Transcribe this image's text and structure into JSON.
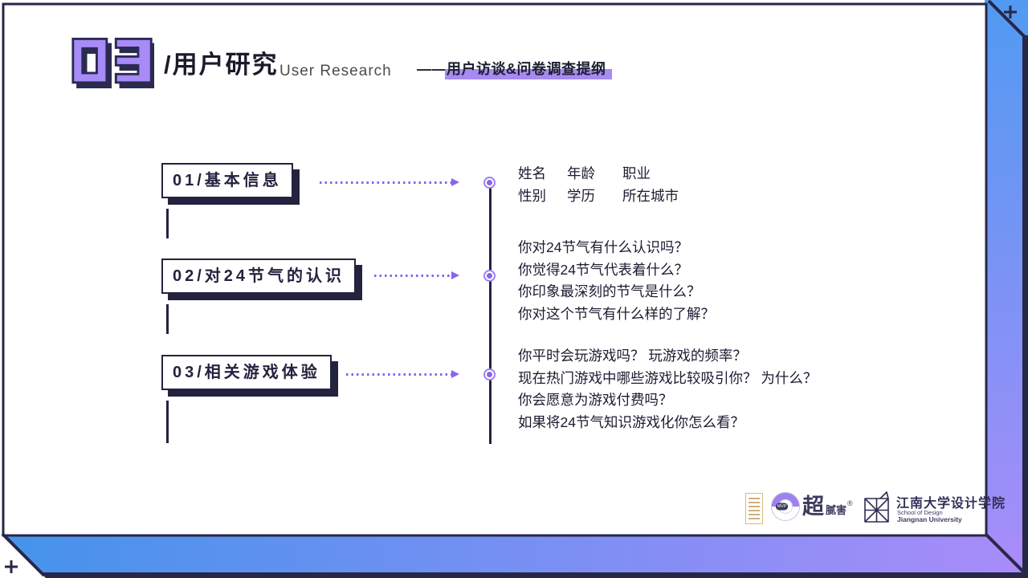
{
  "header": {
    "section_number": "03",
    "title_cn": "/用户研究",
    "title_en": "User Research",
    "subtitle_dash": "——",
    "subtitle_highlight": "用户访谈&问卷调查提纲"
  },
  "sections": [
    {
      "label": "01/基本信息",
      "grid": [
        [
          "姓名",
          "年龄",
          "职业"
        ],
        [
          "性别",
          "学历",
          "所在城市"
        ]
      ]
    },
    {
      "label": "02/对24节气的认识",
      "lines": [
        "你对24节气有什么认识吗？",
        "你觉得24节气代表着什么？",
        "你印象最深刻的节气是什么？",
        "你对这个节气有什么样的了解？"
      ]
    },
    {
      "label": "03/相关游戏体验",
      "lines": [
        "你平时会玩游戏吗？ 玩游戏的频率？",
        "现在热门游戏中哪些游戏比较吸引你？ 为什么？",
        "你会愿意为游戏付费吗？",
        "如果将24节气知识游戏化你怎么看？"
      ]
    }
  ],
  "footer": {
    "mvp_label": "MVP",
    "brand_cn_big": "超",
    "brand_cn_small": "腻害",
    "brand_reg": "®",
    "school_cn": "江南大学设计学院",
    "school_en_line1": "School of Design",
    "school_en_line2": "Jiangnan University"
  },
  "colors": {
    "accent_purple": "#a78bf0",
    "navy": "#23233f",
    "arrow_purple": "#8a63ee",
    "gradient_blue": "#4f97ef",
    "gradient_purple": "#a98cf9"
  }
}
